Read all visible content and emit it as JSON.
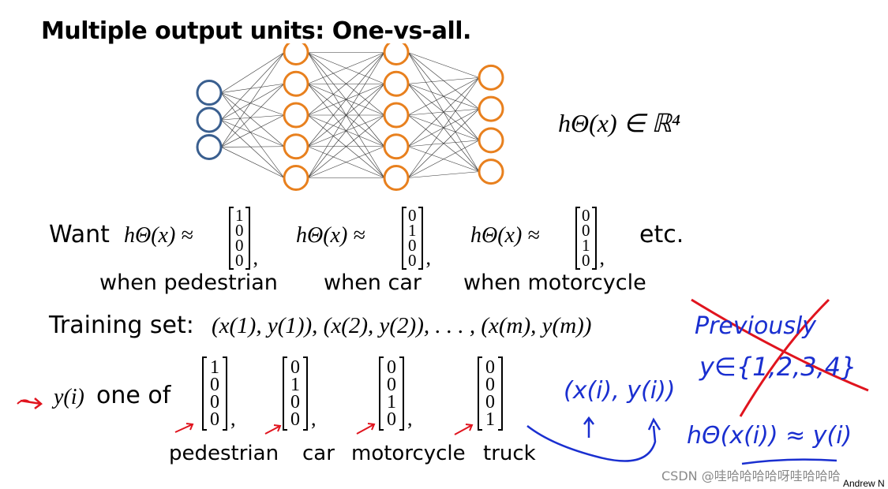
{
  "slide": {
    "title": "Multiple output units: One-vs-all.",
    "hypothesis_range": "hΘ(x) ∈ ℝ⁴",
    "want_label": "Want",
    "approx_expr": "hΘ(x) ≈",
    "etc_label": "etc.",
    "want_vectors": [
      {
        "values": [
          "1",
          "0",
          "0",
          "0"
        ],
        "caption": "when pedestrian"
      },
      {
        "values": [
          "0",
          "1",
          "0",
          "0"
        ],
        "caption": "when car"
      },
      {
        "values": [
          "0",
          "0",
          "1",
          "0"
        ],
        "caption": "when motorcycle"
      }
    ],
    "training_label": "Training set:",
    "training_expr": "(x(1), y(1)), (x(2), y(2)), . . . , (x(m), y(m))",
    "yi_label": "y(i)",
    "one_of_label": "one of",
    "class_vectors": [
      {
        "values": [
          "1",
          "0",
          "0",
          "0"
        ],
        "caption": "pedestrian"
      },
      {
        "values": [
          "0",
          "1",
          "0",
          "0"
        ],
        "caption": "car"
      },
      {
        "values": [
          "0",
          "0",
          "1",
          "0"
        ],
        "caption": "motorcycle"
      },
      {
        "values": [
          "0",
          "0",
          "0",
          "1"
        ],
        "caption": "truck"
      }
    ],
    "credit": "Andrew N"
  },
  "annotations": {
    "previously": "Previously",
    "set_expr": "y∈{1,2,3,4}",
    "pair_expr": "(x(i), y(i))",
    "approx_note": "hΘ(x(i)) ≈ y(i)",
    "annotation_color": "#1a2fd0",
    "cross_color": "#e0141e"
  },
  "watermark": "CSDN @哇哈哈哈哈呀哇哈哈哈",
  "network": {
    "layer_sizes": [
      3,
      5,
      5,
      4
    ],
    "input_color": "#3a5f8f",
    "hidden_color": "#e8801e"
  }
}
